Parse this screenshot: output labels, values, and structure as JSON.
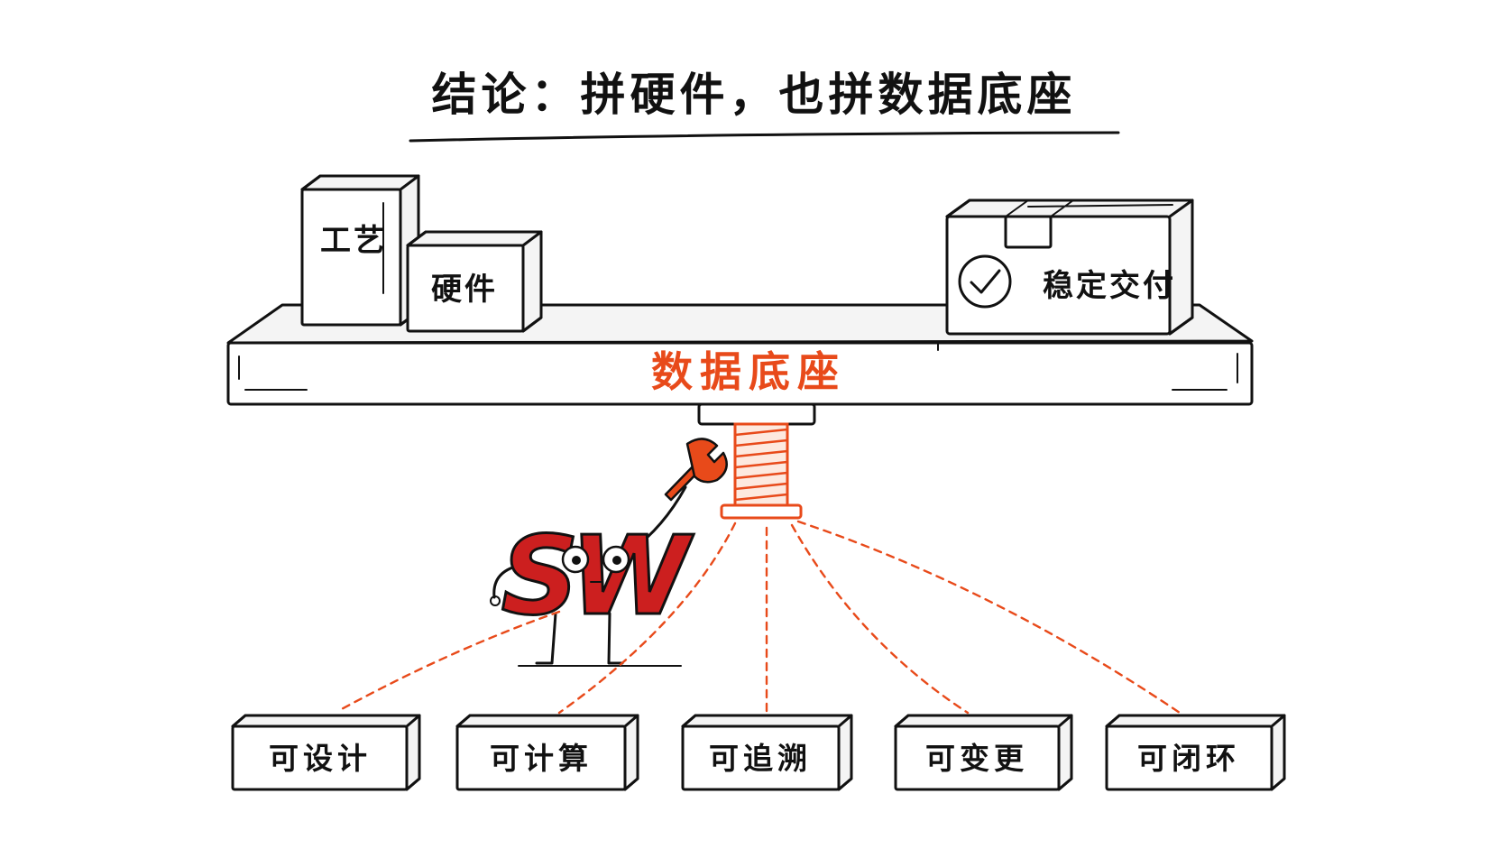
{
  "title": "结论：拼硬件，也拼数据底座",
  "top_boxes": {
    "craft": "工艺",
    "hardware": "硬件",
    "delivery": "稳定交付"
  },
  "base_label": "数据底座",
  "mascot_logo": "SW",
  "capabilities": [
    "可设计",
    "可计算",
    "可追溯",
    "可变更",
    "可闭环"
  ],
  "colors": {
    "ink": "#111111",
    "accent": "#e84a1a",
    "mascot_red": "#cc1f1f",
    "background": "#ffffff"
  },
  "icons": [
    "check-icon",
    "wrench-icon",
    "bolt-icon"
  ]
}
